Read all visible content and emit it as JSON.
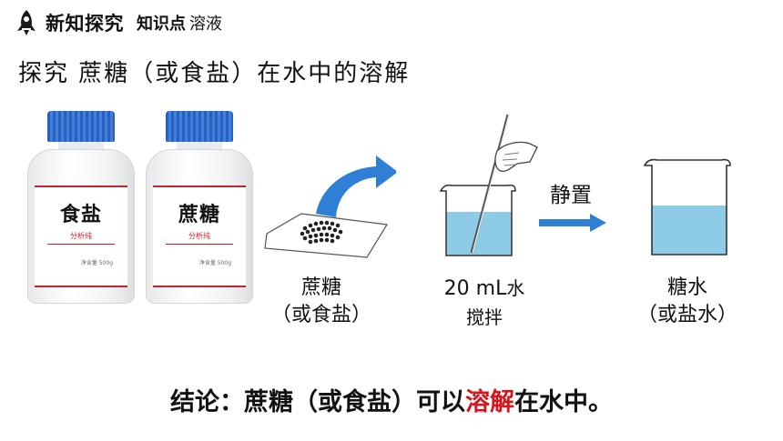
{
  "header": {
    "section": "新知探究",
    "knowledge_label": "知识点",
    "topic": "溶液"
  },
  "subtitle": "探究  蔗糖（或食盐）在水中的溶解",
  "bottles": [
    {
      "name": "食盐",
      "grade": "分析纯",
      "weight": "净含量 500g"
    },
    {
      "name": "蔗糖",
      "grade": "分析纯",
      "weight": "净含量 500g"
    }
  ],
  "steps": {
    "solute_line1": "蔗糖",
    "solute_line2": "（或食盐）",
    "water_amount": "20 mL",
    "water_word": "水",
    "stir": "搅拌",
    "settle": "静置",
    "result_line1": "糖水",
    "result_line2": "（或盐水）"
  },
  "conclusion": {
    "prefix": "结论：蔗糖（或食盐）可以",
    "highlight": "溶解",
    "suffix": "在水中。"
  },
  "colors": {
    "accent_red": "#d4161c",
    "cap_blue": "#2f6fd1",
    "water_blue": "#8ecbe6",
    "arrow_blue": "#2f7fd6"
  }
}
